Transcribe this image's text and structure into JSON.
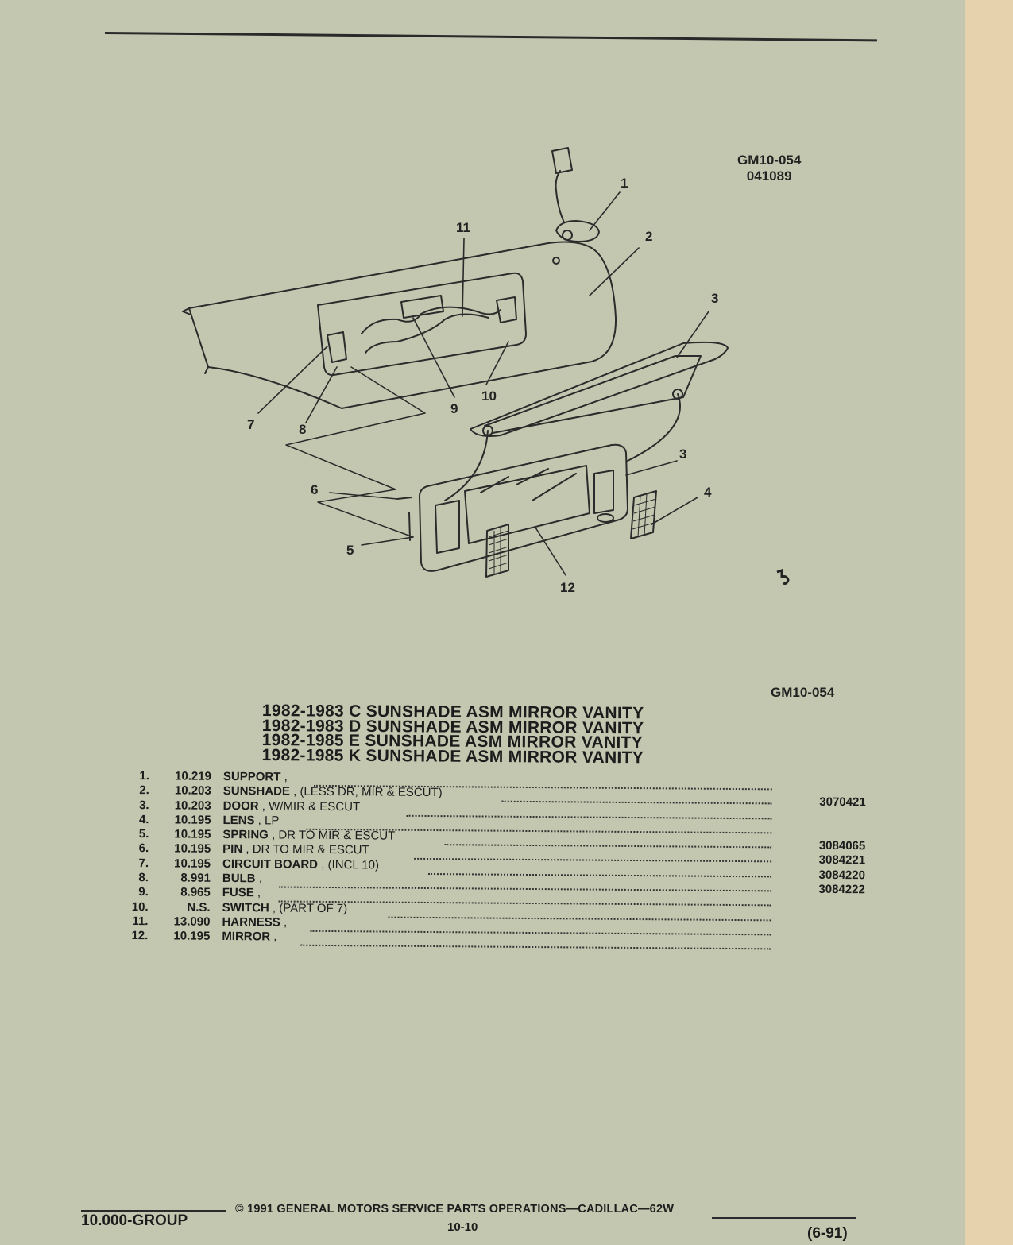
{
  "figure": {
    "code": "GM10-054",
    "sub_code": "041089",
    "callouts": [
      "1",
      "2",
      "3",
      "3",
      "4",
      "5",
      "6",
      "7",
      "8",
      "9",
      "10",
      "11",
      "12"
    ]
  },
  "list_code": "GM10-054",
  "titles": [
    "1982-1983 C SUNSHADE ASM MIRROR VANITY",
    "1982-1983 D SUNSHADE ASM MIRROR VANITY",
    "1982-1985 E SUNSHADE ASM MIRROR VANITY",
    "1982-1985 K SUNSHADE ASM MIRROR VANITY"
  ],
  "parts": [
    {
      "num": "1.",
      "group": "10.219",
      "name": "SUPPORT",
      "qual": " ,",
      "part_no": ""
    },
    {
      "num": "2.",
      "group": "10.203",
      "name": "SUNSHADE",
      "qual": " , (LESS DR, MIR & ESCUT)",
      "part_no": "3070421"
    },
    {
      "num": "3.",
      "group": "10.203",
      "name": "DOOR",
      "qual": " , W/MIR & ESCUT",
      "part_no": ""
    },
    {
      "num": "4.",
      "group": "10.195",
      "name": "LENS",
      "qual": " , LP",
      "part_no": ""
    },
    {
      "num": "5.",
      "group": "10.195",
      "name": "SPRING",
      "qual": " , DR TO MIR & ESCUT",
      "part_no": "3084065"
    },
    {
      "num": "6.",
      "group": "10.195",
      "name": "PIN",
      "qual": " , DR TO MIR & ESCUT",
      "part_no": "3084221"
    },
    {
      "num": "7.",
      "group": "10.195",
      "name": "CIRCUIT BOARD",
      "qual": " , (INCL 10)",
      "part_no": "3084220"
    },
    {
      "num": "8.",
      "group": "8.991",
      "name": "BULB",
      "qual": " ,",
      "part_no": "3084222"
    },
    {
      "num": "9.",
      "group": "8.965",
      "name": "FUSE",
      "qual": " ,",
      "part_no": ""
    },
    {
      "num": "10.",
      "group": "N.S.",
      "name": "SWITCH",
      "qual": " , (PART OF 7)",
      "part_no": ""
    },
    {
      "num": "11.",
      "group": "13.090",
      "name": "HARNESS",
      "qual": " ,",
      "part_no": ""
    },
    {
      "num": "12.",
      "group": "10.195",
      "name": "MIRROR",
      "qual": " ,",
      "part_no": ""
    }
  ],
  "footer": {
    "group": "10.000-GROUP",
    "copyright": "© 1991  GENERAL MOTORS SERVICE PARTS OPERATIONS—CADILLAC—62W",
    "page": "10-10",
    "date": "(6-91)"
  }
}
